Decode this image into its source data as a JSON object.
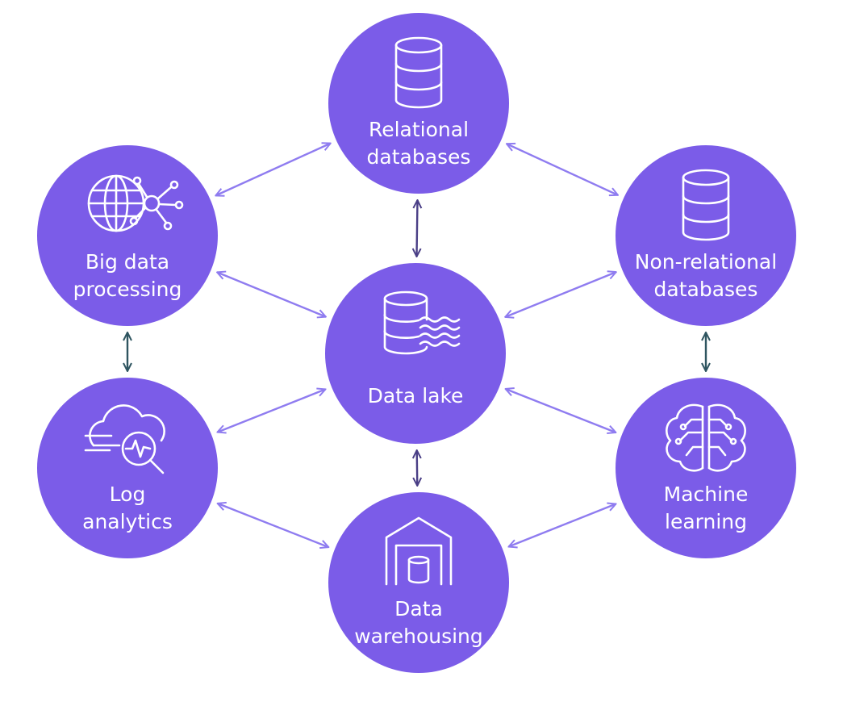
{
  "colors": {
    "node_fill": "#7b5ce8",
    "connector_light": "#8f7cf0",
    "connector_dark": "#4a3f86",
    "connector_teal": "#2f5560",
    "label_text": "#ffffff",
    "background": "#ffffff"
  },
  "nodes": [
    {
      "id": "relational-databases",
      "icon": "database-icon",
      "lines": [
        "Relational",
        "databases"
      ]
    },
    {
      "id": "big-data-processing",
      "icon": "globe-network-icon",
      "lines": [
        "Big data",
        "processing"
      ]
    },
    {
      "id": "non-relational-databases",
      "icon": "database-icon",
      "lines": [
        "Non-relational",
        "databases"
      ]
    },
    {
      "id": "data-lake",
      "icon": "data-lake-icon",
      "lines": [
        "Data lake"
      ]
    },
    {
      "id": "log-analytics",
      "icon": "cloud-search-icon",
      "lines": [
        "Log",
        "analytics"
      ]
    },
    {
      "id": "machine-learning",
      "icon": "brain-icon",
      "lines": [
        "Machine",
        "learning"
      ]
    },
    {
      "id": "data-warehousing",
      "icon": "warehouse-icon",
      "lines": [
        "Data",
        "warehousing"
      ]
    }
  ],
  "connections": [
    {
      "from": "relational-databases",
      "to": "big-data-processing",
      "style": "light"
    },
    {
      "from": "relational-databases",
      "to": "non-relational-databases",
      "style": "light"
    },
    {
      "from": "relational-databases",
      "to": "data-lake",
      "style": "dark"
    },
    {
      "from": "big-data-processing",
      "to": "data-lake",
      "style": "light"
    },
    {
      "from": "non-relational-databases",
      "to": "data-lake",
      "style": "light"
    },
    {
      "from": "big-data-processing",
      "to": "log-analytics",
      "style": "teal"
    },
    {
      "from": "non-relational-databases",
      "to": "machine-learning",
      "style": "teal"
    },
    {
      "from": "log-analytics",
      "to": "data-lake",
      "style": "light"
    },
    {
      "from": "machine-learning",
      "to": "data-lake",
      "style": "light"
    },
    {
      "from": "data-lake",
      "to": "data-warehousing",
      "style": "dark"
    },
    {
      "from": "log-analytics",
      "to": "data-warehousing",
      "style": "light"
    },
    {
      "from": "machine-learning",
      "to": "data-warehousing",
      "style": "light"
    }
  ]
}
